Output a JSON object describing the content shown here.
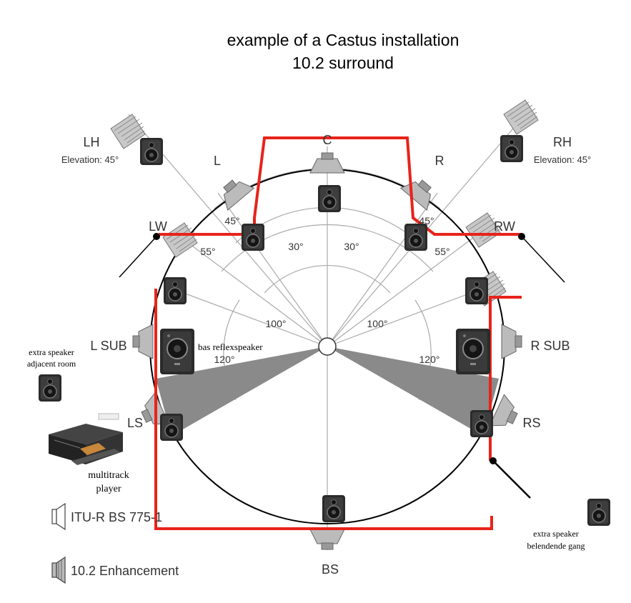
{
  "title": {
    "line1": "example of a Castus installation",
    "line2": "10.2 surround"
  },
  "speakers": {
    "C": "C",
    "L": "L",
    "R": "R",
    "LH": "LH",
    "RH": "RH",
    "LH_elev": "Elevation: 45°",
    "RH_elev": "Elevation: 45°",
    "LW": "LW",
    "RW": "RW",
    "LSUB": "L SUB",
    "RSUB": "R SUB",
    "LS": "LS",
    "RS": "RS",
    "BS": "BS"
  },
  "angles": {
    "a45_left": "45°",
    "a45_right": "45°",
    "a55_left": "55°",
    "a55_right": "55°",
    "a30_left": "30°",
    "a30_right": "30°",
    "a100_left": "100°",
    "a100_right": "100°",
    "a120_left": "120°",
    "a120_right": "120°"
  },
  "annotations": {
    "bas_reflex": "bas reflexspeaker",
    "extra_adjacent_1": "extra speaker",
    "extra_adjacent_2": "adjacent room",
    "multitrack_1": "multitrack",
    "multitrack_2": "player",
    "extra_gang_1": "extra speaker",
    "extra_gang_2": "belendende gang"
  },
  "legend": {
    "itu": "ITU-R BS 775-1",
    "enh": "10.2 Enhancement"
  },
  "colors": {
    "cable": "#e8231a",
    "circle": "#000000",
    "guide": "#aaaaaa",
    "wedge": "#8a8a8a",
    "monitor_body": "#2b2b2b"
  }
}
